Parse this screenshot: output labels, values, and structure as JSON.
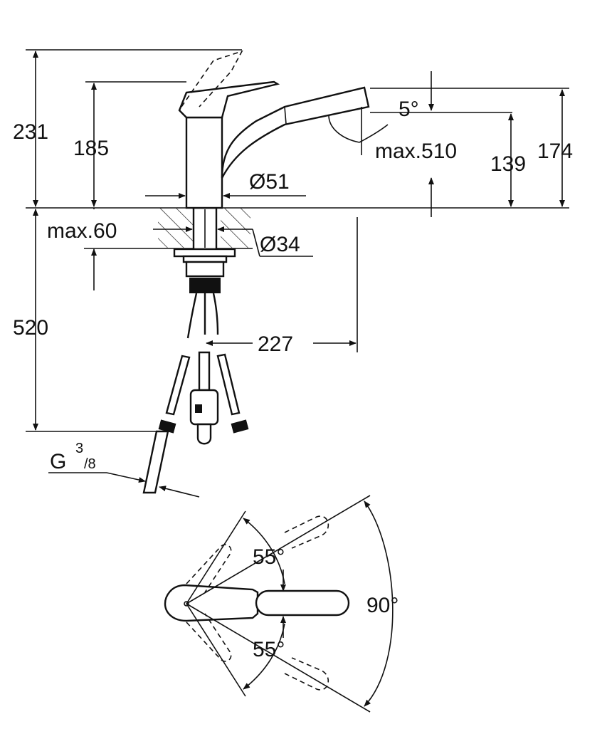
{
  "labels": {
    "h231": "231",
    "h185": "185",
    "h520": "520",
    "angle5": "5°",
    "max510": "max.510",
    "h139": "139",
    "h174": "174",
    "d51": "Ø51",
    "max60": "max.60",
    "d34": "Ø34",
    "w227": "227",
    "thread_g": "G",
    "thread_num": "3",
    "thread_den": "/8",
    "angle55_top": "55°",
    "angle55_bottom": "55°",
    "angle90": "90°"
  },
  "colors": {
    "line": "#111111",
    "background": "#ffffff"
  }
}
